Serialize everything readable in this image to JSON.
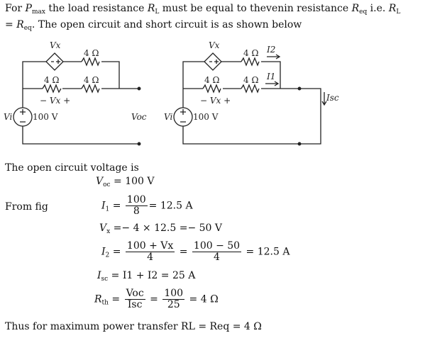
{
  "intro": {
    "l1a": "For ",
    "pmax": "P",
    "pmax_sub": "max",
    "l1b": " the load resistance ",
    "rl": "R",
    "rl_sub": "L",
    "l1c": " must be equal to thevenin resistance ",
    "req": "R",
    "req_sub": "eq",
    "l1d": " i.e. ",
    "rl2": "R",
    "rl2_sub": "L",
    "l2a": "= ",
    "req2": "R",
    "req2_sub": "eq",
    "l2b": ". The open circuit and short circuit is as shown below"
  },
  "circuit1": {
    "vx": "Vx",
    "r1": "4 Ω",
    "r2": "4 Ω",
    "r3": "4 Ω",
    "vx_drop": "− Vx +",
    "vi": "Vi",
    "source": "100 V",
    "voc": "Voc"
  },
  "circuit2": {
    "vx": "Vx",
    "r1": "4 Ω",
    "r2": "4 Ω",
    "r3": "4 Ω",
    "i2": "I2",
    "i1": "I1",
    "isc": "Isc",
    "vx_drop": "− Vx +",
    "vi": "Vi",
    "source": "100 V"
  },
  "solution": {
    "ocv_text": "The open circuit voltage is",
    "voc": {
      "lhs": "V",
      "sub": "oc",
      "rhs": " = 100 V"
    },
    "from_fig": "From fig",
    "i1": {
      "lhs": "I",
      "sub": "1",
      "eq": " = ",
      "num": "100",
      "den": "8",
      "rhs": "= 12.5 A"
    },
    "vx": {
      "lhs": "V",
      "sub": "x",
      "rhs": " =− 4 × 12.5 =− 50 V"
    },
    "i2": {
      "lhs": "I",
      "sub": "2",
      "eq": " = ",
      "num1": "100 + Vx",
      "den1": "4",
      "mid": " = ",
      "num2": "100 − 50",
      "den2": "4",
      "rhs": " = 12.5 A"
    },
    "isc": {
      "lhs": "I",
      "sub": "sc",
      "rhs": " = I1 + I2 = 25 A"
    },
    "rth": {
      "lhs": "R",
      "sub": "th",
      "eq": " = ",
      "num1": "Voc",
      "den1": "Isc",
      "mid": " = ",
      "num2": "100",
      "den2": "25",
      "rhs": " = 4 Ω"
    },
    "final": "Thus for maximum power transfer RL = Req = 4 Ω"
  }
}
